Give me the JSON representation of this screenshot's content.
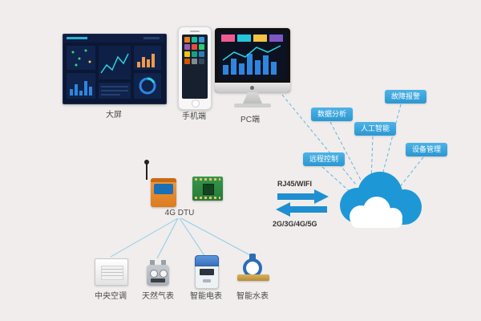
{
  "terminals": {
    "big_screen": {
      "label": "大屏"
    },
    "mobile": {
      "label": "手机端"
    },
    "pc": {
      "label": "PC端"
    }
  },
  "cloud_tags": [
    {
      "label": "数据分析"
    },
    {
      "label": "人工智能"
    },
    {
      "label": "故障报警"
    },
    {
      "label": "设备管理"
    },
    {
      "label": "远程控制"
    }
  ],
  "links": {
    "uplink_label": "RJ45/WIFI",
    "downlink_label": "2G/3G/4G/5G"
  },
  "gateway": {
    "label": "4G DTU"
  },
  "devices": [
    {
      "label": "中央空调"
    },
    {
      "label": "天然气表"
    },
    {
      "label": "智能电表"
    },
    {
      "label": "智能水表"
    }
  ],
  "icons": {
    "cloud": "cloud-icon",
    "dashboard": "dashboard-screen-icon",
    "phone": "smartphone-icon",
    "monitor": "desktop-monitor-icon",
    "gateway": "4g-dtu-modem-icon",
    "pcb": "circuit-board-icon",
    "ac": "central-ac-icon",
    "gas": "gas-meter-icon",
    "electric": "electric-meter-icon",
    "water": "water-meter-icon"
  },
  "colors": {
    "background": "#f0edec",
    "cloud_blue": "#1e97d6",
    "tag_blue": "#38a3dd",
    "arrow_blue": "#1e8fd0",
    "label_text": "#4a4a4a"
  }
}
